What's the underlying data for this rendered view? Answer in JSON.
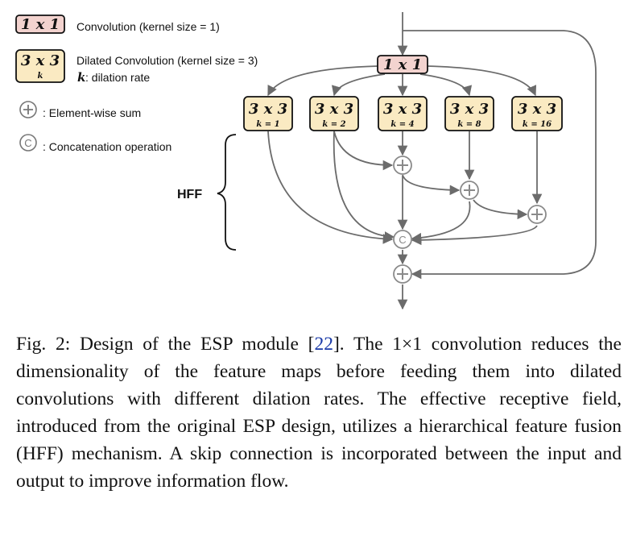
{
  "legend": {
    "conv1x1": {
      "symbol": "1 x 1",
      "text": "Convolution (kernel size = 1)"
    },
    "dilated": {
      "symbol": "3 x 3",
      "symbol_sub": "k",
      "text": "Dilated Convolution (kernel size = 3)",
      "k_symbol": "k",
      "k_text": ": dilation rate"
    },
    "sum": {
      "symbol": "+",
      "text": ": Element-wise sum"
    },
    "concat": {
      "symbol": "C",
      "text": ": Concatenation operation"
    }
  },
  "diagram": {
    "input_conv": "1 x 1",
    "branches": [
      {
        "title": "3 x 3",
        "sub": "k = 1"
      },
      {
        "title": "3 x 3",
        "sub": "k = 2"
      },
      {
        "title": "3 x 3",
        "sub": "k = 4"
      },
      {
        "title": "3 x 3",
        "sub": "k = 8"
      },
      {
        "title": "3 x 3",
        "sub": "k = 16"
      }
    ],
    "hff_label": "HFF",
    "sum_symbol": "+",
    "concat_symbol": "C"
  },
  "caption": {
    "prefix": "Fig. 2: Design of the ESP module [",
    "ref": "22",
    "suffix": "]. The 1×1 convolution reduces the dimensionality of the feature maps before feeding them into dilated convolutions with different dilation rates. The effective receptive field, introduced from the original ESP design, utilizes a hierarchical feature fusion (HFF) mechanism. A skip connection is incorporated between the input and output to improve information flow."
  },
  "colors": {
    "conv1x1_fill": "#f3d3cf",
    "dilated_fill": "#faeac2",
    "arrow": "#6b6b6b",
    "ref_link": "#1a3aa8"
  }
}
